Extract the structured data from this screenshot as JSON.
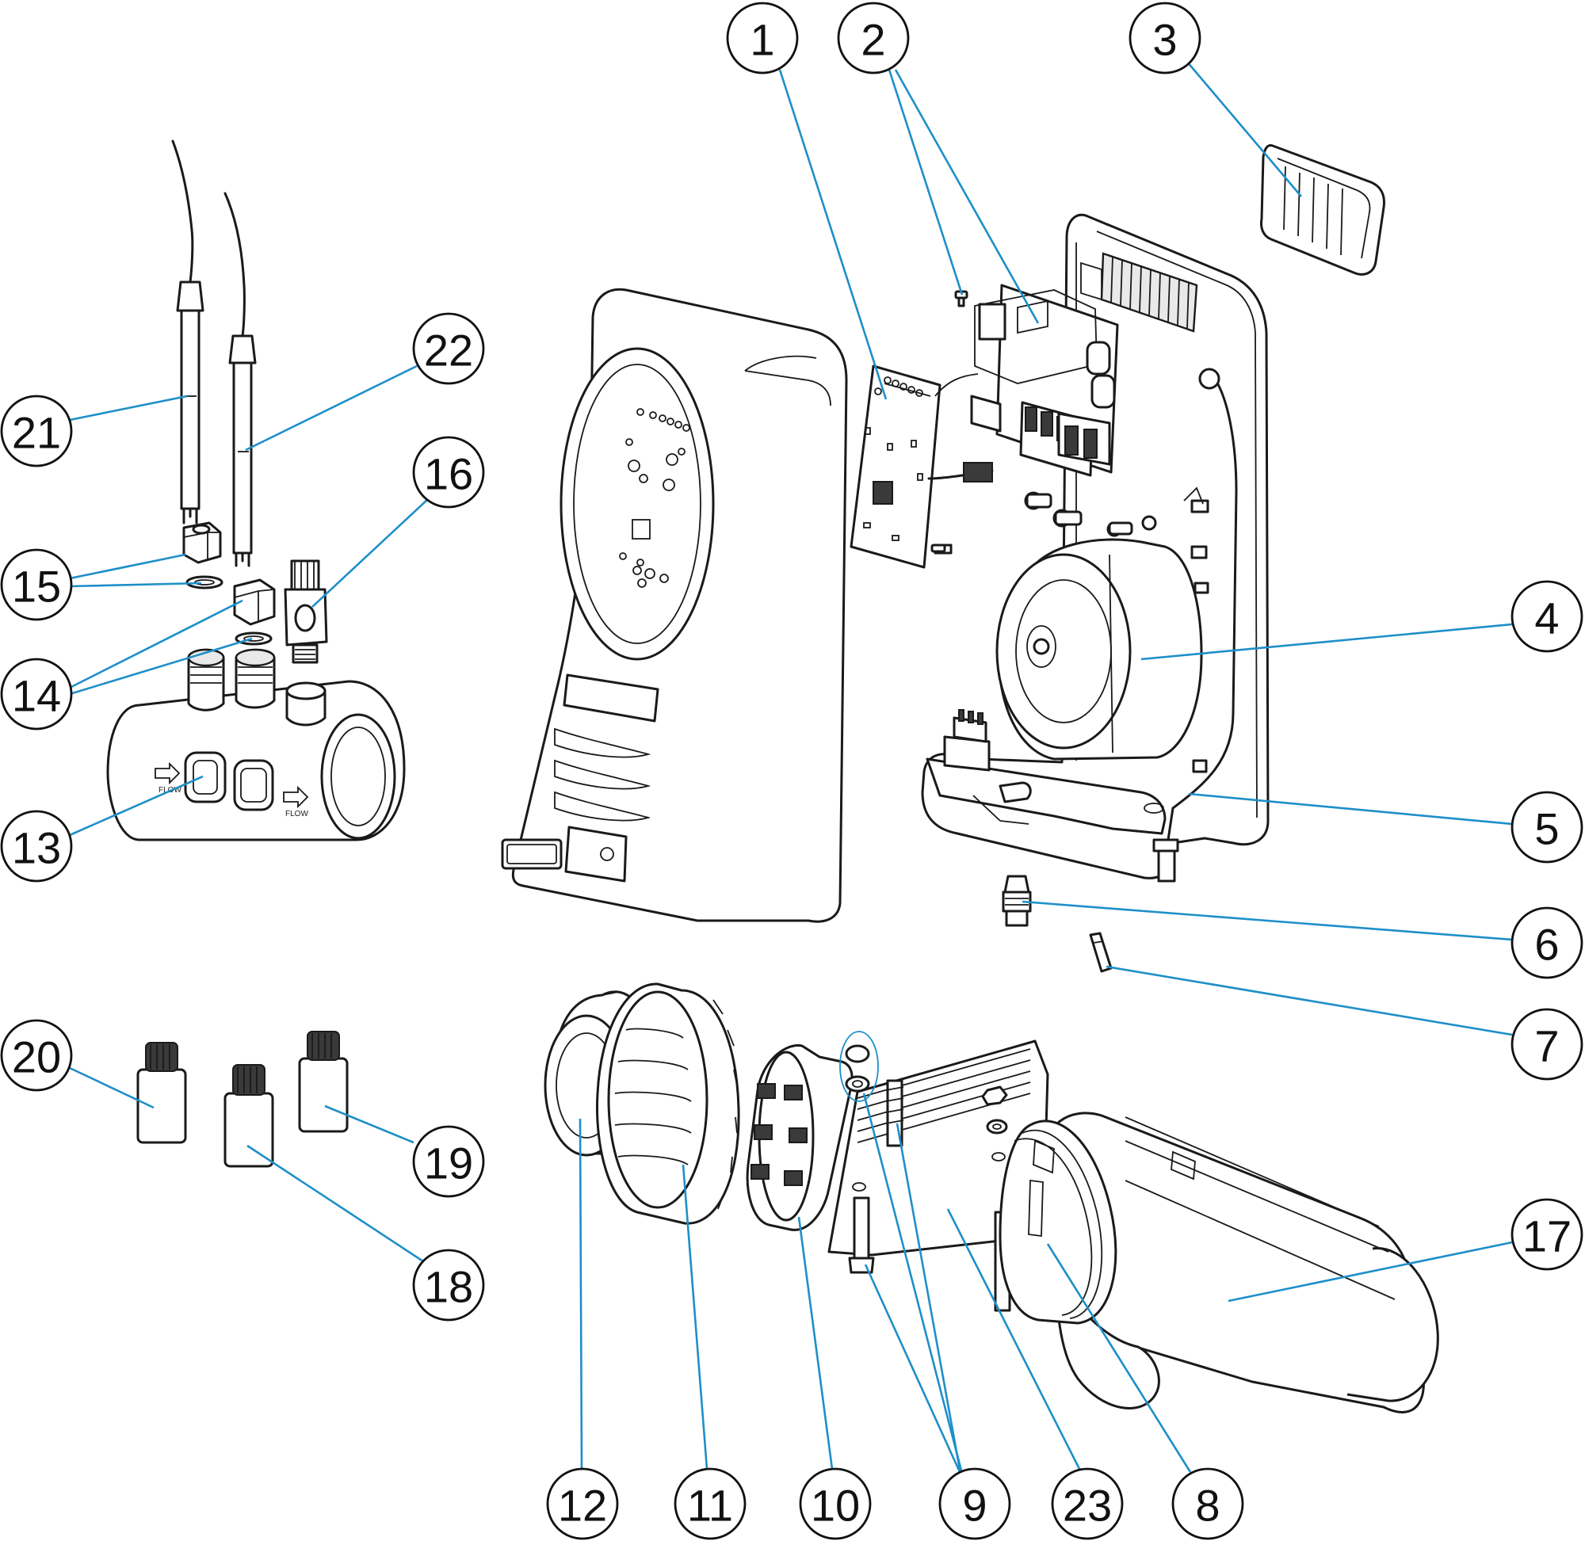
{
  "diagram": {
    "leader_color": "#1e8fc8",
    "callouts": [
      {
        "id": "1",
        "label": "1"
      },
      {
        "id": "2",
        "label": "2"
      },
      {
        "id": "3",
        "label": "3"
      },
      {
        "id": "4",
        "label": "4"
      },
      {
        "id": "5",
        "label": "5"
      },
      {
        "id": "6",
        "label": "6"
      },
      {
        "id": "7",
        "label": "7"
      },
      {
        "id": "8",
        "label": "8"
      },
      {
        "id": "9",
        "label": "9"
      },
      {
        "id": "10",
        "label": "10"
      },
      {
        "id": "11",
        "label": "11"
      },
      {
        "id": "12",
        "label": "12"
      },
      {
        "id": "13",
        "label": "13"
      },
      {
        "id": "14",
        "label": "14"
      },
      {
        "id": "15",
        "label": "15"
      },
      {
        "id": "16",
        "label": "16"
      },
      {
        "id": "17",
        "label": "17"
      },
      {
        "id": "18",
        "label": "18"
      },
      {
        "id": "19",
        "label": "19"
      },
      {
        "id": "20",
        "label": "20"
      },
      {
        "id": "21",
        "label": "21"
      },
      {
        "id": "22",
        "label": "22"
      },
      {
        "id": "23",
        "label": "23"
      }
    ],
    "flow_marks": [
      "FLOW",
      "FLOW"
    ]
  }
}
